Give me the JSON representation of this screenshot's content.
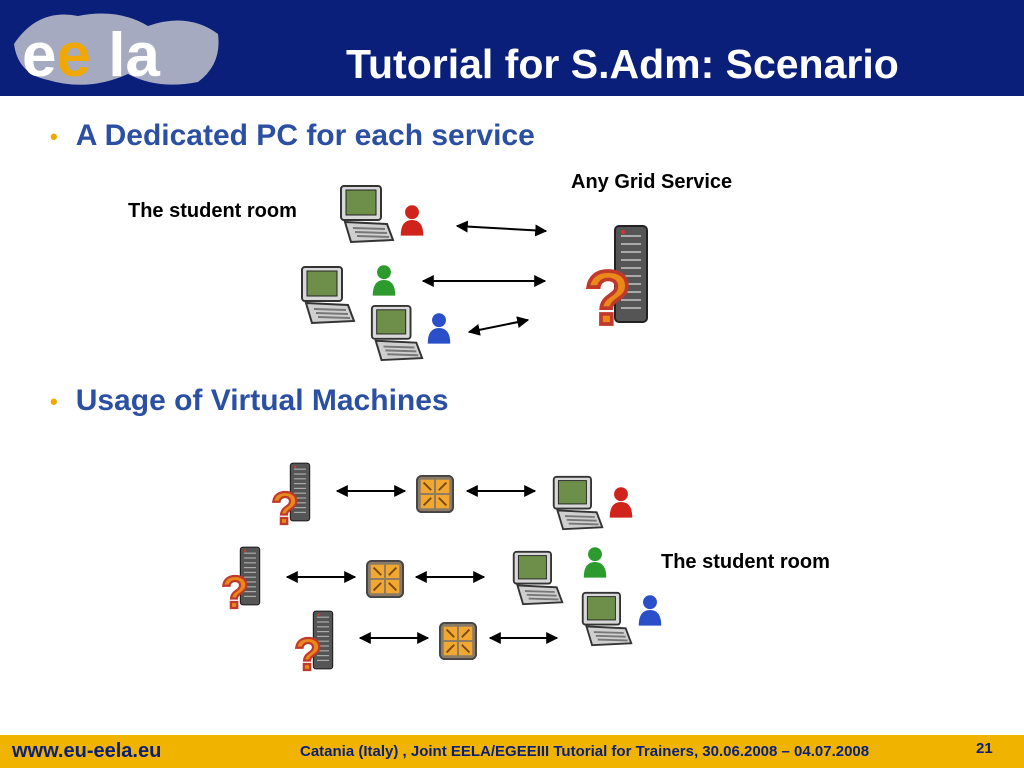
{
  "header": {
    "title": "Tutorial for S.Adm: Scenario",
    "logo_text": "ee la"
  },
  "bullets": [
    "A Dedicated PC for each service",
    "Usage of  Virtual Machines"
  ],
  "labels": {
    "student_room_top": "The student room",
    "any_grid_service": "Any Grid Service",
    "student_room_bottom": "The student room"
  },
  "footer": {
    "url": "www.eu-eela.eu",
    "text": "Catania (Italy) , Joint EELA/EGEEIII Tutorial for Trainers, 30.06.2008 – 04.07.2008",
    "page": "21"
  },
  "colors": {
    "header_bg": "#0a1f7a",
    "footer_bg": "#f0b400",
    "bullet_text": "#2b4fa3",
    "bullet_dot": "#f0a800"
  },
  "icons": [
    "computer-icon",
    "user-icon",
    "server-icon",
    "question-mark-icon",
    "virtual-machine-icon"
  ]
}
